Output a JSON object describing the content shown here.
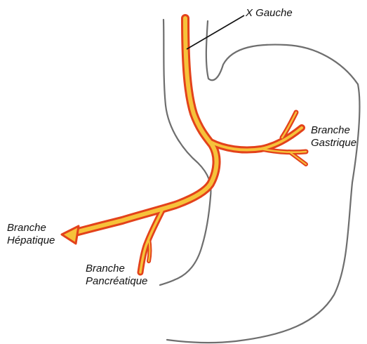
{
  "labels": {
    "nerve": "X Gauche",
    "gastric_1": "Branche",
    "gastric_2": "Gastrique",
    "hepatic_1": "Branche",
    "hepatic_2": "Hépatique",
    "pancreatic_1": "Branche",
    "pancreatic_2": "Pancréatique"
  },
  "colors": {
    "background": "#ffffff",
    "stomach_outline": "#6e6e6e",
    "nerve_outline": "#e3421b",
    "nerve_fill": "#f6c23a",
    "leader_line": "#111111",
    "label_text": "#111111"
  }
}
